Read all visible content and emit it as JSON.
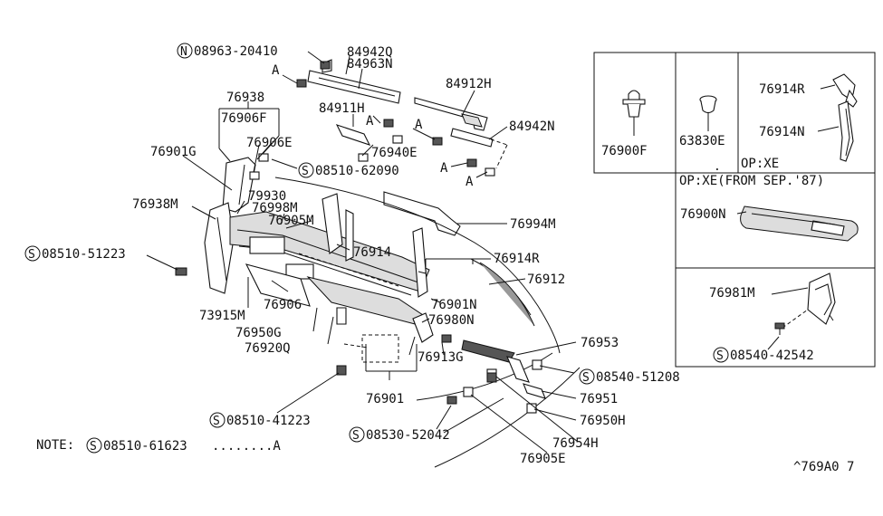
{
  "labels": {
    "n08963": "08963-20410",
    "p84942q": "84942Q",
    "p84963n": "84963N",
    "p84912h": "84912H",
    "p84911h": "84911H",
    "p84942n": "84942N",
    "p76940e": "76940E",
    "s08510_62090": "08510-62090",
    "p76938": "76938",
    "p76906f": "76906F",
    "p76906e": "76906E",
    "p76901g": "76901G",
    "p79930": "79930",
    "p76998m": "76998M",
    "p76905m": "76905M",
    "p76938m": "76938M",
    "s08510_51223": "08510-51223",
    "p76914": "76914",
    "p76994m": "76994M",
    "p76914r_main": "76914R",
    "p76912": "76912",
    "p76906": "76906",
    "p73915m": "73915M",
    "p76901n": "76901N",
    "p76980n": "76980N",
    "p76950g": "76950G",
    "p76920q": "76920Q",
    "p76913g": "76913G",
    "p76953": "76953",
    "s08540_51208": "08540-51208",
    "p76901": "76901",
    "p76951": "76951",
    "s08510_41223": "08510-41223",
    "p76950h": "76950H",
    "s08530_52042": "08530-52042",
    "p76954h": "76954H",
    "p76905e": "76905E",
    "note_prefix": "NOTE:",
    "note_part": "08510-61623",
    "note_dots": "........A",
    "ref_a": "A",
    "inset_76900f": "76900F",
    "inset_63830e": "63830E",
    "inset_76914r": "76914R",
    "inset_76914n": "76914N",
    "inset_opxe": "OP:XE",
    "inset_opxe_from": "OP:XE(FROM SEP.'87)",
    "inset_76900n": "76900N",
    "inset_76981m": "76981M",
    "inset_s08540_42542": "08540-42542",
    "circle_n": "N",
    "circle_s": "S",
    "diagram_code": "^769A0 7"
  }
}
